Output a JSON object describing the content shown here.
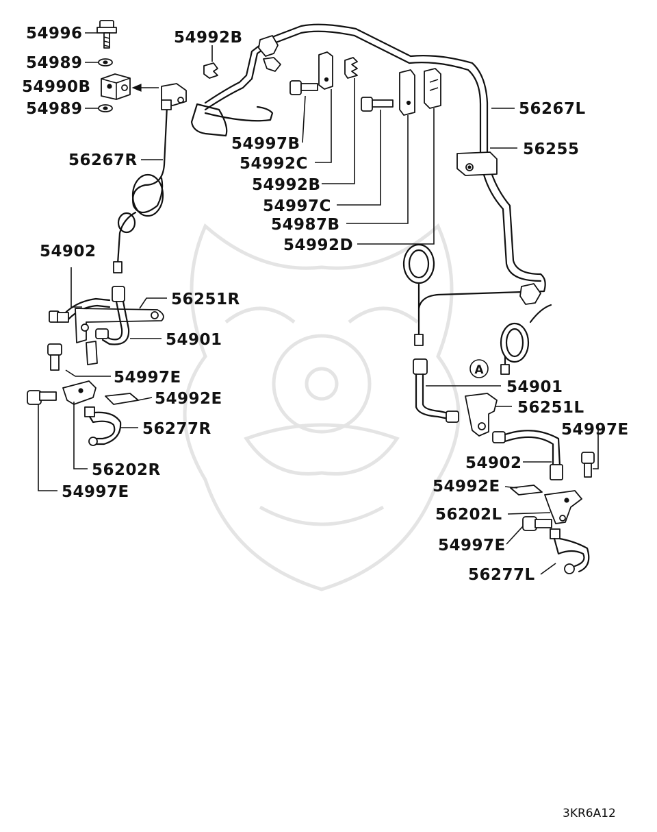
{
  "diagram": {
    "reference_code": "3KR6A12",
    "view_marker": "A",
    "labels": {
      "p54996": "54996",
      "p54989_top": "54989",
      "p54990B": "54990B",
      "p54989_bottom": "54989",
      "p54992B_top": "54992B",
      "p56267R": "56267R",
      "p54997B": "54997B",
      "p54992C": "54992C",
      "p54992B": "54992B",
      "p54997C": "54997C",
      "p54987B": "54987B",
      "p54992D": "54992D",
      "p56267L": "56267L",
      "p56255": "56255",
      "p54902_left": "54902",
      "p56251R": "56251R",
      "p54901_left": "54901",
      "p54997E_left1": "54997E",
      "p54992E_left": "54992E",
      "p56277R": "56277R",
      "p56202R": "56202R",
      "p54997E_left2": "54997E",
      "p54901_right": "54901",
      "p56251L": "56251L",
      "p54997E_right1": "54997E",
      "p54902_right": "54902",
      "p54992E_right": "54992E",
      "p56202L": "56202L",
      "p54997E_right2": "54997E",
      "p56277L": "56277L"
    }
  }
}
